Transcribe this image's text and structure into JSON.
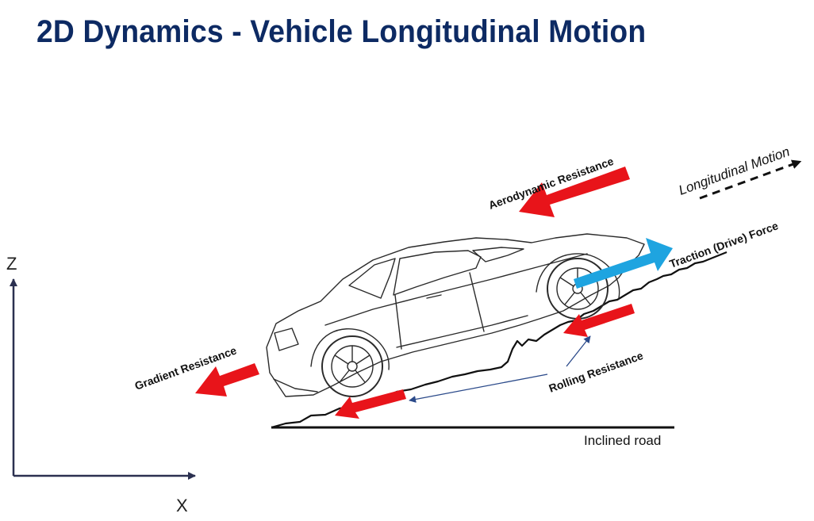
{
  "title": "2D Dynamics - Vehicle Longitudinal Motion",
  "colors": {
    "title": "#0d2a63",
    "force_arrow": "#e8141a",
    "traction_arrow": "#1ea4e0",
    "axis": "#2b3050",
    "pointer": "#2b4a8a",
    "line": "#111111"
  },
  "labels": {
    "aerodynamic_resistance": "Aerodynamic Resistance",
    "longitudinal_motion": "Longitudinal Motion",
    "traction_force": "Traction (Drive) Force",
    "gradient_resistance": "Gradient Resistance",
    "rolling_resistance": "Rolling Resistance",
    "inclined_road": "Inclined road"
  },
  "axes": {
    "z_label": "Z",
    "x_label": "X"
  }
}
